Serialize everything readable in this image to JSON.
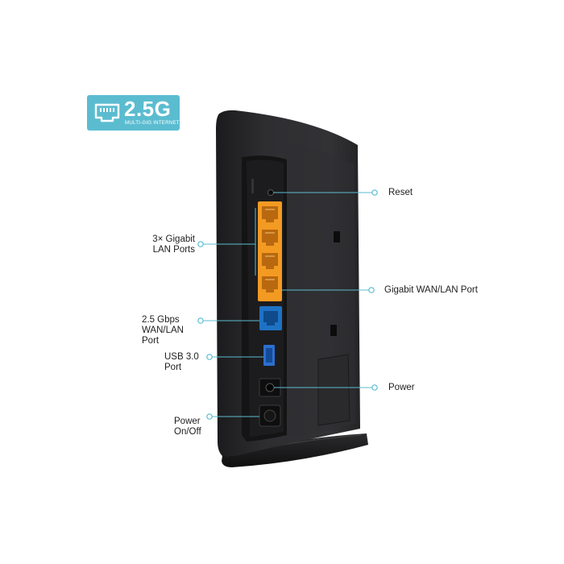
{
  "badge": {
    "speed": "2.5G",
    "subtitle": "MULTI-GIG INTERNET",
    "icon": "ethernet-port-icon",
    "color": "#5bbcd0"
  },
  "callouts": {
    "reset": "Reset",
    "lan_ports": [
      "3× Gigabit",
      "LAN Ports"
    ],
    "wan_lan_port": "Gigabit WAN/LAN Port",
    "multigig_port": [
      "2.5 Gbps",
      "WAN/LAN",
      "Port"
    ],
    "usb": [
      "USB 3.0",
      "Port"
    ],
    "power": "Power",
    "power_switch": [
      "Power",
      "On/Off"
    ]
  },
  "colors": {
    "accent_line": "#5bbcd0",
    "lan_port": "#f39a22",
    "multigig_port": "#1e72c4",
    "usb_port": "#2c6fd0",
    "body": "#2a2a2c"
  }
}
